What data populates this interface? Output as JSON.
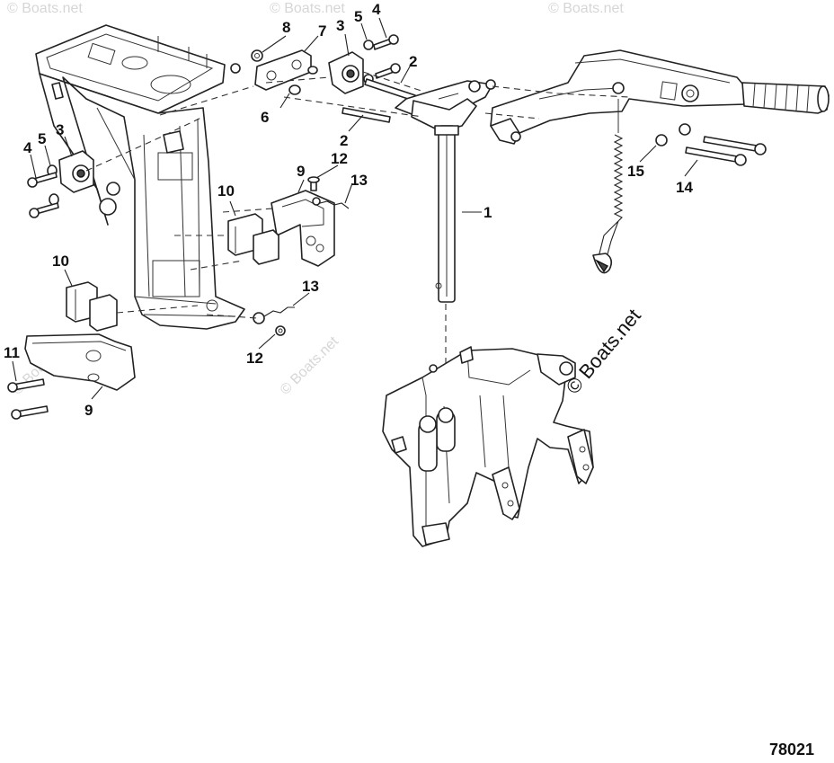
{
  "figure_number": "78021",
  "watermark_text": "© Boats.net",
  "callouts": [
    {
      "id": "c1",
      "label": "1"
    },
    {
      "id": "c2a",
      "label": "2"
    },
    {
      "id": "c2b",
      "label": "2"
    },
    {
      "id": "c3a",
      "label": "3"
    },
    {
      "id": "c3b",
      "label": "3"
    },
    {
      "id": "c4a",
      "label": "4"
    },
    {
      "id": "c4b",
      "label": "4"
    },
    {
      "id": "c5a",
      "label": "5"
    },
    {
      "id": "c5b",
      "label": "5"
    },
    {
      "id": "c6",
      "label": "6"
    },
    {
      "id": "c7",
      "label": "7"
    },
    {
      "id": "c8",
      "label": "8"
    },
    {
      "id": "c9a",
      "label": "9"
    },
    {
      "id": "c9b",
      "label": "9"
    },
    {
      "id": "c10a",
      "label": "10"
    },
    {
      "id": "c10b",
      "label": "10"
    },
    {
      "id": "c11",
      "label": "11"
    },
    {
      "id": "c12a",
      "label": "12"
    },
    {
      "id": "c12b",
      "label": "12"
    },
    {
      "id": "c13a",
      "label": "13"
    },
    {
      "id": "c13b",
      "label": "13"
    },
    {
      "id": "c14",
      "label": "14"
    },
    {
      "id": "c15",
      "label": "15"
    }
  ]
}
